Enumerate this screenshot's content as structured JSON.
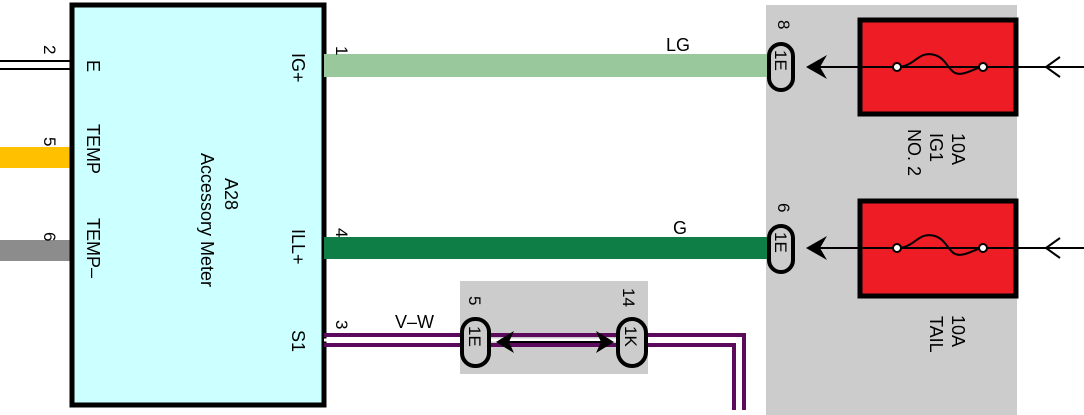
{
  "component": {
    "id": "A28",
    "name": "Accessory Meter",
    "left_pins": [
      {
        "number": "2",
        "label": "E"
      },
      {
        "number": "5",
        "label": "TEMP"
      },
      {
        "number": "6",
        "label": "TEMP–"
      }
    ],
    "right_pins": [
      {
        "number": "1",
        "label": "IG+"
      },
      {
        "number": "4",
        "label": "ILL+"
      },
      {
        "number": "3",
        "label": "S1"
      }
    ]
  },
  "wires": [
    {
      "label": "LG",
      "color": "#98c89c"
    },
    {
      "label": "G",
      "color": "#0e7d46"
    },
    {
      "label": "V–W",
      "color": "#5c0a5c"
    }
  ],
  "connectors": [
    {
      "id": "1E",
      "pin": "8"
    },
    {
      "id": "1E",
      "pin": "6"
    },
    {
      "id": "1E",
      "pin": "5"
    },
    {
      "id": "1K",
      "pin": "14"
    }
  ],
  "fuses": [
    {
      "rating": "10A",
      "name": "IG1",
      "name2": "NO. 2"
    },
    {
      "rating": "10A",
      "name": "TAIL"
    }
  ],
  "colors": {
    "meter_fill": "#ccffff",
    "fuse_fill": "#ee1c25",
    "junction_box": "#cccccc",
    "temp_wire": "#ffc000",
    "temp_minus_wire": "#8c8c8c"
  }
}
